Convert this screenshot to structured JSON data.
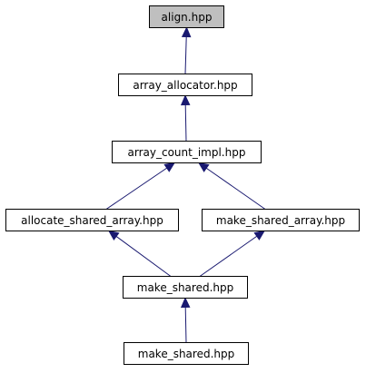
{
  "colors": {
    "edge": "#191970",
    "highlighted_fill": "#bfbfbf",
    "node_fill": "#ffffff",
    "node_border": "#000000"
  },
  "nodes": [
    {
      "id": "align",
      "label": "align.hpp",
      "highlighted": true
    },
    {
      "id": "array_allocator",
      "label": "array_allocator.hpp",
      "highlighted": false
    },
    {
      "id": "array_count_impl",
      "label": "array_count_impl.hpp",
      "highlighted": false
    },
    {
      "id": "allocate_shared_array",
      "label": "allocate_shared_array.hpp",
      "highlighted": false
    },
    {
      "id": "make_shared_array",
      "label": "make_shared_array.hpp",
      "highlighted": false
    },
    {
      "id": "make_shared_1",
      "label": "make_shared.hpp",
      "highlighted": false
    },
    {
      "id": "make_shared_2",
      "label": "make_shared.hpp",
      "highlighted": false
    }
  ],
  "edges": [
    {
      "from": "array_allocator",
      "to": "align"
    },
    {
      "from": "array_count_impl",
      "to": "array_allocator"
    },
    {
      "from": "allocate_shared_array",
      "to": "array_count_impl"
    },
    {
      "from": "make_shared_array",
      "to": "array_count_impl"
    },
    {
      "from": "make_shared_1",
      "to": "allocate_shared_array"
    },
    {
      "from": "make_shared_1",
      "to": "make_shared_array"
    },
    {
      "from": "make_shared_2",
      "to": "make_shared_1"
    }
  ]
}
